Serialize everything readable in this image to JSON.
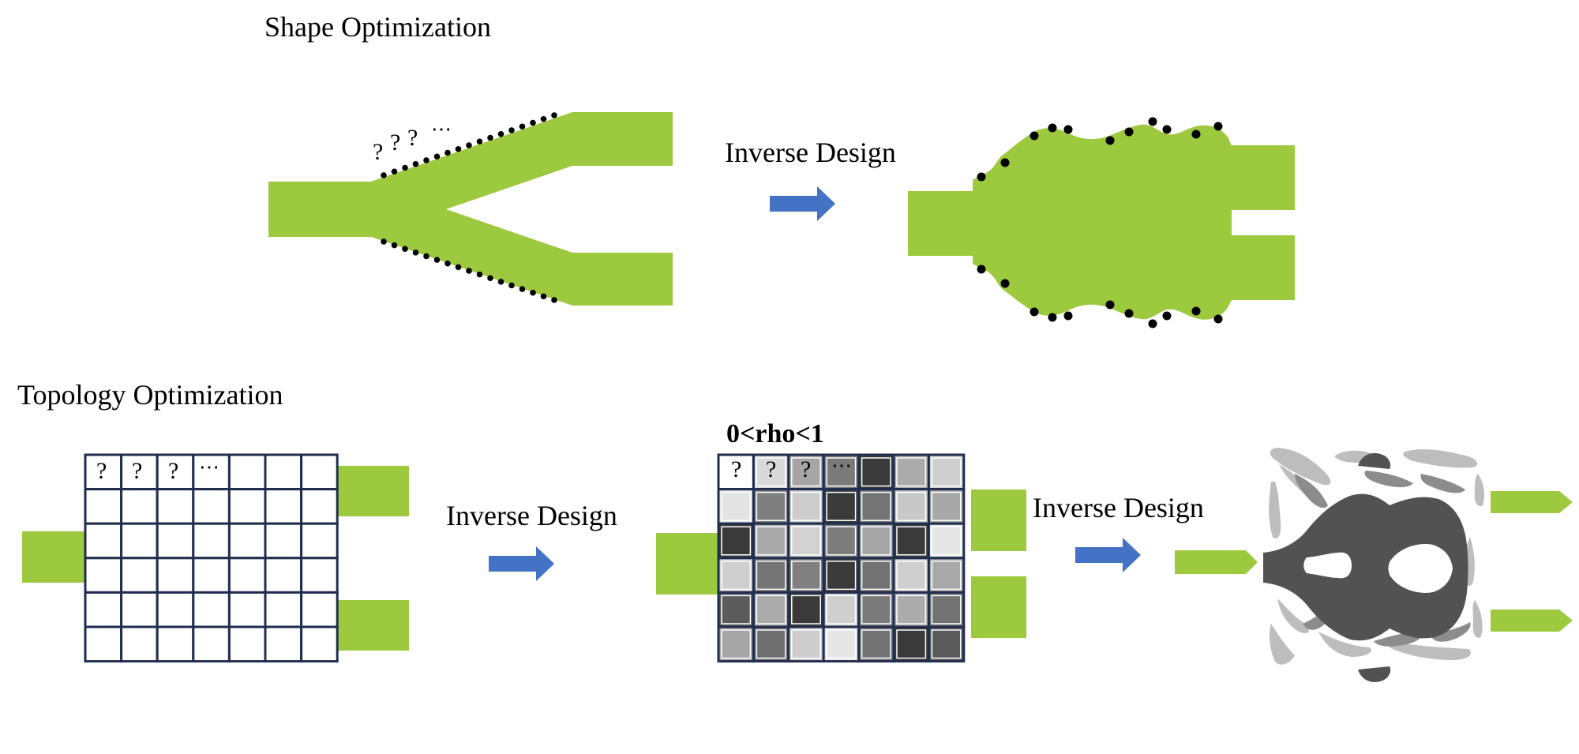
{
  "shape_section": {
    "title": "Shape Optimization",
    "question_marks": [
      "?",
      "?",
      "?",
      "⋯"
    ],
    "arrow_label": "Inverse Design"
  },
  "topology_section": {
    "title": "Topology Optimization",
    "empty_grid_marks": [
      "?",
      "?",
      "?",
      "⋯"
    ],
    "arrow_label_1": "Inverse Design",
    "density_label": "0<rho<1",
    "density_grid_marks": [
      "?",
      "?",
      "?",
      "⋯"
    ],
    "arrow_label_2": "Inverse Design",
    "density_grid": [
      [
        "#ffffff",
        "#d9d9d9",
        "#a6a6a6",
        "#7a7a7a",
        "#3a3a3a",
        "#ababab",
        "#cfcfcf"
      ],
      [
        "#e3e3e3",
        "#7f7f7f",
        "#cccccc",
        "#3a3a3a",
        "#747474",
        "#c8c8c8",
        "#a8a8a8"
      ],
      [
        "#3a3a3a",
        "#a9a9a9",
        "#d2d2d2",
        "#7c7c7c",
        "#a6a6a6",
        "#3a3a3a",
        "#e6e6e6"
      ],
      [
        "#cfcfcf",
        "#757575",
        "#808080",
        "#3a3a3a",
        "#727272",
        "#cfcfcf",
        "#a9a9a9"
      ],
      [
        "#5b5b5b",
        "#ababab",
        "#3a3a3a",
        "#cfcfcf",
        "#7a7a7a",
        "#acacac",
        "#737373"
      ],
      [
        "#a6a6a6",
        "#6f6f6f",
        "#cdcdcd",
        "#e6e6e6",
        "#737373",
        "#3a3a3a",
        "#5a5a5a"
      ]
    ]
  },
  "colors": {
    "waveguide_green": "#9dc93f",
    "arrow_blue": "#4472c4",
    "grid_line": "#1f2d4f",
    "topology_dark": "#525252"
  }
}
